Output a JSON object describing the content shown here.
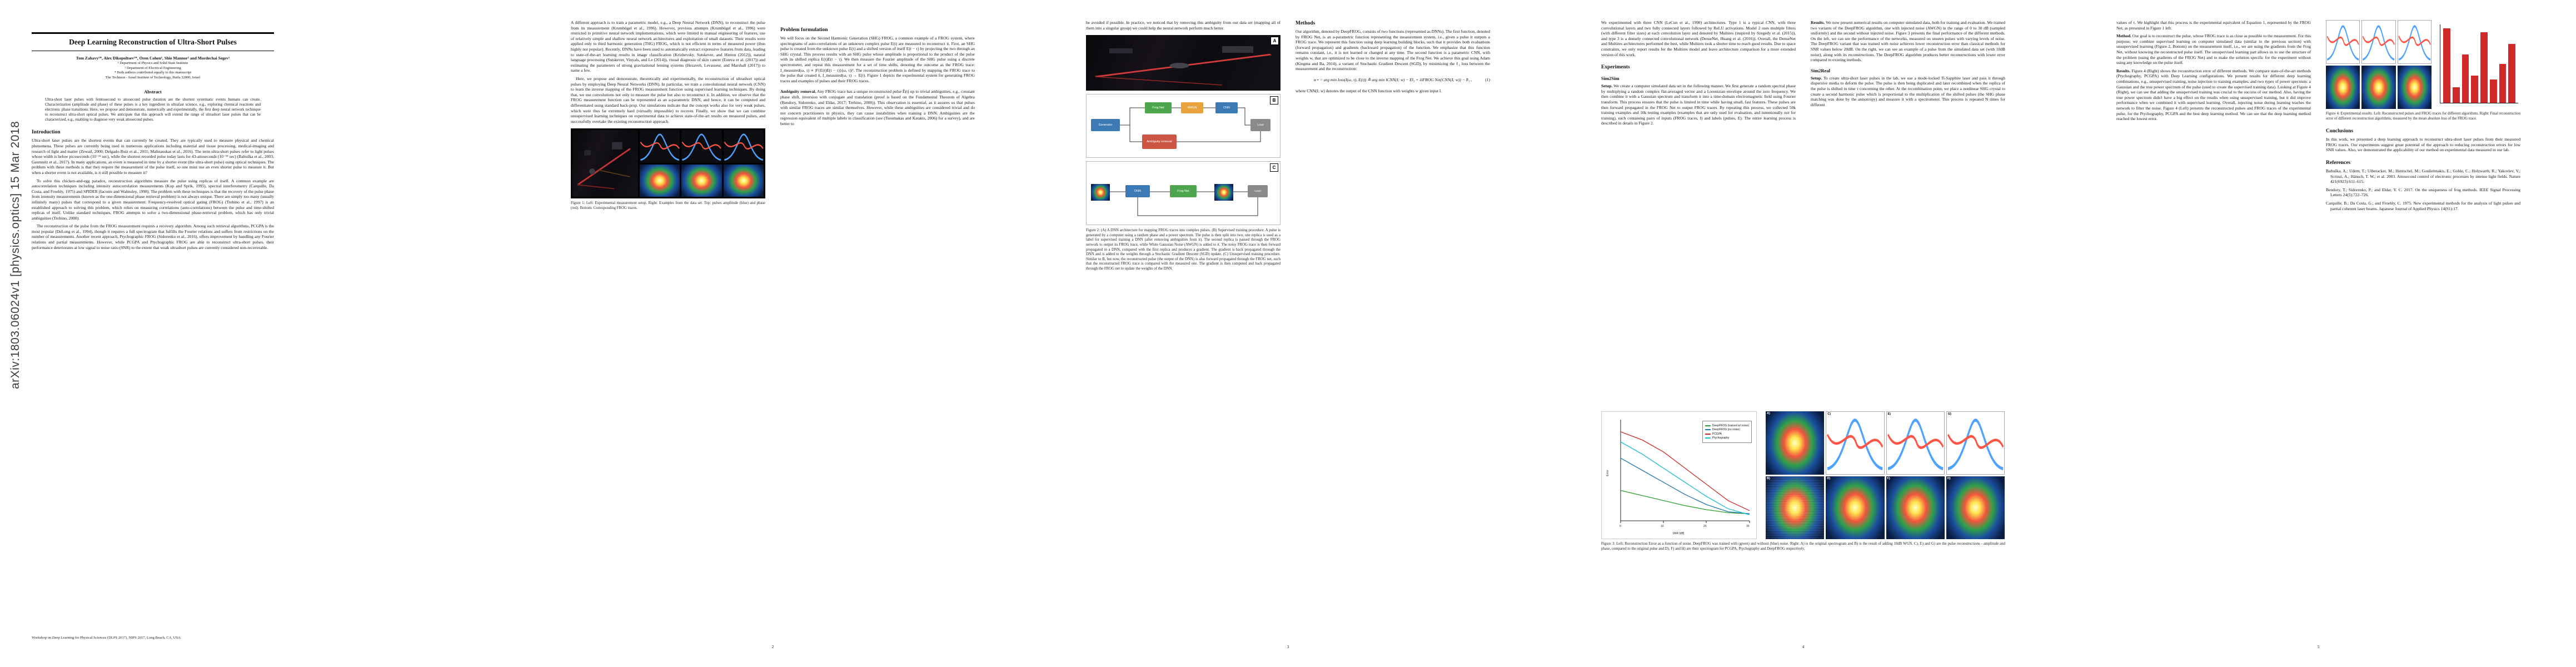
{
  "sidebar": {
    "stamp": "arXiv:1803.06024v1  [physics.optics]  15 Mar 2018"
  },
  "page1": {
    "title": "Deep Learning Reconstruction of Ultra-Short Pulses",
    "authors": "Tom Zahavy¹*, Alex Dikopoltsev¹*, Oren Cohen¹, Shie Mannor² and Mordechai Segev¹",
    "affiliations": [
      "¹ Department of Physics and Solid State Institute",
      "² Department of Electrical Engineering",
      "* Both authors contributed equally to this manuscript",
      "The Technion - Israel Institute of Technology, Haifa 32000, Israel"
    ],
    "abstract_heading": "Abstract",
    "abstract": "Ultra-short laser pulses with femtosecond to attosecond pulse duration are the shortest systematic events humans can create. Characterization (amplitude and phase) of these pulses is a key ingredient in ultrafast science, e.g., exploring chemical reactions and electronic phase transitions. Here, we propose and demonstrate, numerically and experimentally, the first deep neural network technique to reconstruct ultra-short optical pulses. We anticipate that this approach will extend the range of ultrashort laser pulses that can be characterized, e.g., enabling to diagnose very weak attosecond pulses.",
    "intro_heading": "Introduction",
    "intro_p1": "Ultra-short laser pulses are the shortest events that can currently be created. They are typically used to measure physical and chemical phenomena. These pulses are currently being used in numerous applications including material and tissue processing, medical-imaging and research of light and matter (Zewail, 2000; Delgado-Ruiz et al., 2011; Malinauskas et al., 2016). The term ultra-short pulses refer to light pulses whose width is below picoseconds (10⁻¹² sec), while the shortest recorded pulse today lasts for 43-attoseconds (10⁻¹⁸ sec) (Baltuška et al., 2003; Gaumnitz et al., 2017). In many applications, an event is measured in time by a shorter event (the ultra-short pulse) using optical techniques. The problem with these methods is that they require the measurement of the pulse itself, so one must use an even shorter pulse to measure it. But when a shorter event is not available, is it still possible to measure it?",
    "intro_p2": "To solve this chicken-and-egg paradox, reconstruction algorithms measure the pulse using replicas of itself. A common example are autocorrelation techniques including intensity autocorrelation measurements (Kop and Sprik, 1995), spectral interferometry (Carquille, Da Costa, and Froehly, 1975) and SPIDER (Iaconis and Walmsley, 1998). The problem with these techniques is that the recovery of the pulse phase from intensity measurements (known as the one-dimensional phase retrieval problem) is not always unique. There are simply too many (usually infinitely many) pulses that correspond to a given measurement. Frequency-resolved optical gating (FROG) (Trebino et al., 1997) is an established approach to solving this problem, which relies on measuring correlations (auto-correlations) between the pulse and time-shifted replicas of itself. Unlike standard techniques, FROG attempts to solve a two-dimensional phase-retrieval problem, which has only trivial ambiguities (Trebino, 2000).",
    "intro_p3": "The reconstruction of the pulse from the FROG measurement requires a recovery algorithm. Among such retrieval algorithms, PCGPA is the most popular (DeLong et al., 1994), though it requires a full spectrogram that fulfills the Fourier relations and suffers from restrictions on the number of measurements. Another recent approach, Ptychographic FROG (Sidorenko et al., 2016), offers improvement by handling any Fourier relations and partial measurements. However, while PCGPA and Ptychographic FROG are able to reconstruct ultra-short pulses, their performance deteriorates at low signal to noise ratio (SNR) to the extent that weak ultrashort pulses are currently considered non-recoverable.",
    "footer": "Workshop on Deep Learning for Physical Sciences (DLPS 2017), NIPS 2017, Long Beach, CA, USA."
  },
  "page2": {
    "p1": "A different approach is to train a parametric model, e.g., a Deep Neural Network (DNN), to reconstruct the pulse from its measurement (Krumbügel et al., 1996). However, previous attempts (Krumbügel et al., 1996) were restricted to primitive neural network implementations, which were limited to manual engineering of features, use of relatively simple and shallow neural network architectures and exploitation of small datasets. Their results were applied only to third harmonic generation (THG) FROG, which is not efficient in terms of measured power (thus highly not popular). Recently, DNNs have been used to automatically extract expressive features from data, leading to state-of-the-art learning results in image classification (Krizhevsky, Sutskever, and Hinton (2012)), natural language processing (Sutskever, Vinyals, and Le (2014)), visual diagnosis of skin cancer (Esteva et al. (2017)) and estimating the parameters of strong gravitational lensing systems (Hezaveh, Levasseur, and Marshall (2017)) to name a few.",
    "p2": "Here, we propose and demonstrate, theoretically and experimentally, the reconstruction of ultrashort optical pulses by employing Deep Neural Networks (DNN). In particular, we train a convolutional neural network (CNN) to learn the inverse mapping of the FROG measurement function using supervised learning techniques. By doing that, we use convolutions not only to measure the pulse but also to reconstruct it. In addition, we observe that the FROG measurement function can be represented as an a-parametric DNN, and hence, it can be computed and differentiated using standard back-prop. Our simulations indicate that the concept works also for very weak pulses, which were thus far extremely hard (virtually impossible) to recover. Finally, we show that we can combine unsupervised learning techniques on experimental data to achieve state-of-the-art results on measured pulses, and successfully overtake the existing reconstruction approach.",
    "fig1_caption": "Figure 1: Left: Experimental measurement setup. Right: Examples from the data set. Top: pulses amplitude (blue) and phase (red). Bottom: Corresponding FROG traces.",
    "problem_heading": "Problem formulation",
    "problem_p": "We will focus on the Second Harmonic Generation (SHG) FROG, a common example of a FROG system, where spectrograms of auto-correlations of an unknown complex pulse E(t) are measured to reconstruct it. First, an SHG pulse is created from the unknown pulse E(t) and a shifted version of itself E(t − τ) by projecting the two through an SHG crystal. This process results with an SHG pulse whose amplitude is proportional to the product of the pulse with its shifted replica E(t)E(t − τ). We then measure the Fourier amplitude of the SHG pulse using a discrete spectrometer, and repeat this measurement for a set of time shifts, denoting the outcome as the FROG trace: I_measured(ω, τ) ∝ |F{E(t)E(t − τ)}(ω, τ)|². The reconstruction problem is defined by mapping the FROG trace to the pulse that created it, I_measured(ω, τ) → E(t). Figure 1 depicts the experimental system for generating FROG traces and examples of pulses and their FROG traces.",
    "amb_lead": "Ambiguity removal.",
    "amb_rest": "Any FROG trace has a unique reconstructed pulse Ê(t) up to trivial ambiguities, e.g., constant phase shift, inversion with conjugate and translation (proof is based on the Fundamental Theorem of Algebra (Bendory, Sidorenko, and Eldar, 2017; Trebino, 2000)). This observation is essential, as it assures us that pulses with similar FROG traces are similar themselves. However, while these ambiguities are considered trivial and do not concern practitioners in physics, they can cause instabilities when training a DNN. Ambiguities are the regression equivalent of multiple labels in classification (see (Tsoumakas and Katakis, 2006) for a survey), and are better to",
    "page_number": "2"
  },
  "page3": {
    "cont": "be avoided if possible. In practice, we noticed that by removing this ambiguity from our data set (mapping all of them into a singular group) we could help the neural network perform much better.",
    "fig2": {
      "label_a": "A",
      "label_b": "B",
      "label_c": "C",
      "generator": "Generator",
      "frognet": "Frog Net",
      "awgn": "AWGN",
      "cnn": "CNN",
      "dnn": "DNN",
      "ambiguity": "Ambiguity removal",
      "loss": "Loss"
    },
    "fig2_caption": "Figure 2: (A) A DNN architecture for mapping FROG traces into complex pulses. (B) Supervised training procedure. A pulse is generated by a computer using a random phase and a power spectrum. The pulse is then split into two; one replica is used as a label for supervised training a DNN (after removing ambiguities from it). The second replica is passed through the FROG network to output its FROG trace, while White Gaussian Noise (AWGN) is added to it. The noisy FROG trace is then forward propagated in a DNN, compared with the first replica and produces a gradient. The gradient is back propagated through the DNN and is added to the weights through a Stochastic Gradient Descent (SGD) update. (C) Unsupervised training procedure. Similar to B, but now, the reconstructed pulse (the output of the DNN) is also forward propagated through the FROG net, such that the reconstructed FROG trace is compared with the measured one. The gradient is then computed and back propagated through the FROG net to update the weights of the DNN.",
    "methods_heading": "Methods",
    "methods_p": "Our algorithm, denoted by DeepFROG, consists of two functions (represented as DNNs). The first function, denoted by FROG Net, is an a-parametric function representing the measurement system, i.e., given a pulse it outputs a FROG trace. We represent this function using deep learning building blocks, such that it provides both evaluations (forward propagation) and gradients (backward propagation) of the function. We emphasize that this function remains constant, i.e., it is not learned or changed at any time. The second function is a parametric CNN, with weights w, that are optimized to be close to the inverse mapping of the Frog Net. We achieve this goal using Adam (Kingma and Ba, 2014), a variant of Stochastic Gradient Descent (SGD), by minimizing the ℓ₂ loss between the measurement and the reconstruction:",
    "equation": "w⋆ = arg min loss(I(ω, τ), E(t)) ≜ arg min ‖CNN(I; w) − E‖₂ + λ‖FROG Net(CNN(I; w)) − I‖₂ ,",
    "equation_num": "(1)",
    "where_p": "where CNN(I; w) denotes the output of the CNN function with weights w given input I.",
    "page_number": "3"
  },
  "page4": {
    "p1": "We experimented with three CNN (LeCun et al., 1998) architectures. Type 1 is a typical CNN, with three convolutional layers and two fully connected layers followed by ReLU activations. Model 2 uses multiple filters (with different filter sizes) at each convolution layer and denoted by Multires (inspired by Szegedy et al. (2015)), and type 3 is a densely connected convolutional network (DenseNet, Huang et al. (2016)). Overall, the DenseNet and Multires architectures performed the best, while Multires took a shorter time to reach good results. Due to space constraints, we only report results for the Multires model and leave architecture comparison for a more extended version of this work.",
    "experiments_heading": "Experiments",
    "sim2sim_heading": "Sim2Sim",
    "setup_lead": "Setup.",
    "setup_rest": "We create a computer simulated data set in the following manner. We first generate a random spectral phase by multiplying a random complex flat-averaged vector and a Lorentzian envelope around the zero frequency. We then combine it with a Gaussian spectrum and transform it into a time-domain electromagnetic field using Fourier transform. This process ensures that the pulse is limited in time while having small, fast features. These pulses are then forward propagated in the FROG Net to output FROG traces. By repeating this process, we collected 50k training examples and 10k testing examples (examples that are only used for evaluation, and intentionally not for training), each containing pairs of inputs (FROG traces, I) and labels (pulses, E). The entire learning process is described in details in Figure 2.",
    "results_lead": "Results.",
    "results_rest": "We now present numerical results on computer simulated data, both for training and evaluation. We trained two variants of the DeepFROG algorithm, one with injected noise (AWGN) in the range of 0 to 30 dB (sampled uniformly) and the second without injected noise. Figure 3 presents the final performance of the different methods. On the left, we can see the performance of the networks, measured on unseen pulses with varying levels of noise. The DeepFROG variant that was trained with noise achieves lower reconstruction error than classical methods for SNR values below 20dB. On the right, we can see an example of a pulse from the simulated data set (with 10dB noise), along with its reconstructions. The DeepFROG algorithm produces better reconstructions with lower error compared to existing methods.",
    "fig3": {
      "xlabel": "SNR [dB]",
      "ylabel": "Error",
      "xticks": [
        "0",
        "10",
        "20",
        "30"
      ],
      "panel_labels": [
        "A)",
        "C)",
        "E)",
        "G)",
        "B)",
        "D)",
        "F)",
        "H)"
      ],
      "series": [
        {
          "name": "DeepFROG (trained w/ noise)",
          "color": "#2ca02c",
          "y": [
            0.3,
            0.25,
            0.2,
            0.15,
            0.11,
            0.08,
            0.07
          ]
        },
        {
          "name": "DeepFROG (no noise)",
          "color": "#1f77b4",
          "y": [
            0.62,
            0.5,
            0.38,
            0.26,
            0.16,
            0.09,
            0.07
          ]
        },
        {
          "name": "PCGPA",
          "color": "#d62728",
          "y": [
            0.88,
            0.8,
            0.68,
            0.52,
            0.36,
            0.2,
            0.1
          ]
        },
        {
          "name": "Ptychography",
          "color": "#17becf",
          "y": [
            0.78,
            0.66,
            0.52,
            0.38,
            0.24,
            0.12,
            0.06
          ]
        }
      ]
    },
    "fig3_caption": "Figure 3: Left: Reconstruction Error as a function of noise. DeepFROG was trained with (green) and without (blue) noise. Right: A) is the original spectrogram and B) is the result of adding 10dB WGN. C), E) and G) are the pulse reconstructions - amplitude and phase, compared to the original pulse and D), F) and H) are their spectrogram for PCGPA, Ptychography and DeepFROG respectively.",
    "sim2real_heading": "Sim2Real",
    "setup2_lead": "Setup.",
    "setup2_rest": "To create ultra-short laser pulses in the lab, we use a mode-locked Ti-Sapphire laser and pass it through dispersive media to deform the pulse. The pulse is then being duplicated and later recombined when the replica of the pulse is shifted in time τ concerning the other. At the recombination point, we place a nonlinear SHG crystal to create a second harmonic pulse which is proportional to the multiplication of the shifted pulses (the SHG phase matching was done by the anisotropy) and measure it with a spectrometer. This process is repeated N times for different",
    "page_number": "4"
  },
  "page5": {
    "cont": "values of τ. We highlight that this process is the experimental equivalent of Equation 1, represented by the FROG Net, as presented in Figure 1 left.",
    "method_lead": "Method.",
    "method_rest": "Our goal is to reconstruct the pulse, whose FROG trace is as close as possible to the measurement. For this purpose, we combine supervised learning on computer simulated data (similar to the previous section) with unsupervised learning (Figure 2, Bottom) on the measurement itself, i.e., we are using the gradients from the Frog Net, without knowing the reconstructed pulse itself. The unsupervised learning part allows us to use the structure of the problem (using the gradients of the FROG Net) and to make the solution specific for the experiment without using any knowledge on the pulse itself.",
    "results_lead": "Results.",
    "results_rest": "Figure 4 (Right) shows the reconstruction error of different methods. We compare state-of-the-art methods (Ptychography, PCGPA) with Deep Learning configurations. We present results for different deep learning combinations, e.g., unsupervised training, noise injection to training examples, and two types of power spectrum: a Gaussian and the true power spectrum of the pulse (used to create the supervised training data). Looking at Figure 4 (Right), we can see that adding the unsupervised training was crucial to the success of our method. Also, having the true power spectrum didn't have a big effect on the results when using unsupervised training, but it did improve performance when we combined it with supervised learning. Overall, injecting noise during learning teaches the network to filter the noise. Figure 4 (Left) presents the reconstructed pulses and FROG traces of the experimental pulse, for the Ptychography, PCGPA and the best deep learning method. We can see that the deep learning method reached the lowest error.",
    "fig4": {
      "bar_color": "#cf2a27",
      "bars": [
        0.95,
        0.2,
        0.62,
        0.35,
        0.9,
        0.3,
        0.5,
        0.75
      ]
    },
    "fig4_caption": "Figure 4: Experimental results. Left: Reconstructed pulses and FROG traces for different algorithms. Right: Final reconstruction error of different reconstruction algorithms, measured by the mean absolute loss of the FROG trace.",
    "conclusions_heading": "Conclusions",
    "conclusions_p": "In this work, we presented a deep learning approach to reconstruct ultra-short laser pulses from their measured FROG traces. Our experiments suggest great potential of the approach to reducing reconstruction errors for low SNR values. Also, we demonstrated the applicability of our method on experimental data measured in our lab.",
    "references_heading": "References",
    "references": [
      "Baltuška, A.; Udem, T.; Uiberacker, M.; Hentschel, M.; Goulielmakis, E.; Gohle, C.; Holzwarth, R.; Yakovlev, V.; Scrinzi, A.; Hänsch, T. W.; et al. 2003. Attosecond control of electronic processes by intense light fields. Nature 421(6923):611–615.",
      "Bendory, T.; Sidorenko, P.; and Eldar, Y. C. 2017. On the uniqueness of frog methods. IEEE Signal Processing Letters 24(5):722–726.",
      "Carquille, B.; Da Costa, G.; and Froehly, C. 1975. New experimental methods for the analysis of light pulses and partial coherent laser beams. Japanese Journal of Applied Physics 14(S1):17."
    ],
    "page_number": "5"
  }
}
